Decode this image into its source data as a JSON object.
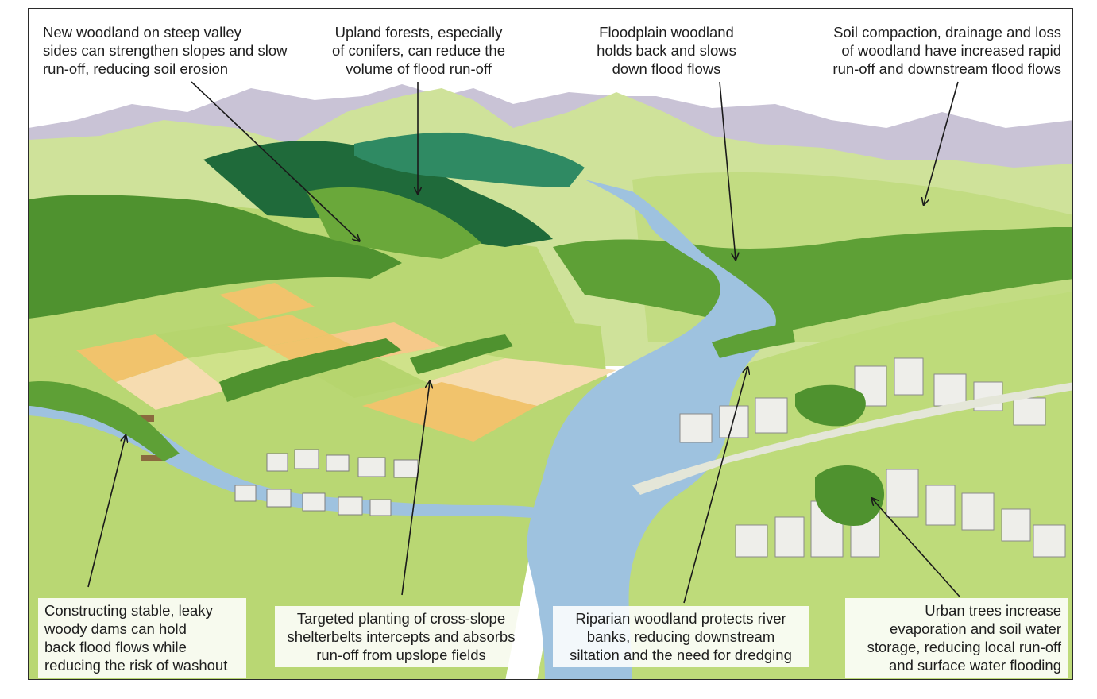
{
  "annotations": [
    {
      "id": "steep-valley",
      "lines": [
        "New woodland on steep valley",
        "sides can strengthen slopes and slow",
        "run-off, reducing soil erosion"
      ]
    },
    {
      "id": "upland-forests",
      "lines": [
        "Upland forests, especially",
        "of conifers, can reduce the",
        "volume of flood run-off"
      ]
    },
    {
      "id": "floodplain",
      "lines": [
        "Floodplain woodland",
        "holds back and slows",
        "down flood flows"
      ]
    },
    {
      "id": "soil-compaction",
      "lines": [
        "Soil compaction, drainage and loss",
        "of woodland have increased rapid",
        "run-off and downstream flood flows"
      ]
    },
    {
      "id": "leaky-dams",
      "lines": [
        "Constructing stable, leaky",
        "woody dams can hold",
        "back flood flows while",
        "reducing the risk of washout"
      ]
    },
    {
      "id": "shelterbelts",
      "lines": [
        "Targeted planting of cross-slope",
        "shelterbelts intercepts and absorbs",
        "run-off from upslope fields"
      ]
    },
    {
      "id": "riparian",
      "lines": [
        "Riparian woodland protects river",
        "banks, reducing downstream",
        "siltation and the need for dredging"
      ]
    },
    {
      "id": "urban-trees",
      "lines": [
        "Urban trees increase",
        "evaporation and soil water",
        "storage, reducing local run-off",
        "and surface water flooding"
      ]
    }
  ],
  "colors": {
    "sky": "#ffffff",
    "distant_hills": "#c9c3d6",
    "light_hills": "#cfe29a",
    "meadow": "#b9d773",
    "conifer_dark": "#1f6a3a",
    "conifer_teal": "#2f8a63",
    "deciduous": "#6aa83a",
    "river": "#9ec2df",
    "field_orange": "#f1c36c",
    "field_cream": "#f6dcb0",
    "field_green": "#b6d56e",
    "building_wall": "#eeeeea",
    "building_roof": "#bdbdbd",
    "text": "#1e1e1e"
  }
}
